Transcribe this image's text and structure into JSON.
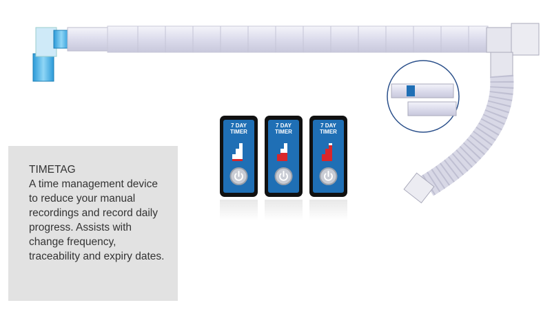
{
  "info": {
    "title": "TIMETAG",
    "body": "A time management device to reduce your manual recordings and record daily progress. Assists with change frequency, traceability and expiry dates."
  },
  "timers": [
    {
      "label": "7 DAY TIMER",
      "fill_level": 0.1
    },
    {
      "label": "7 DAY TIMER",
      "fill_level": 0.45
    },
    {
      "label": "7 DAY TIMER",
      "fill_level": 0.9
    }
  ],
  "colors": {
    "timer_face": "#1f6fb5",
    "timer_fill": "#d9262a",
    "info_bg": "#e2e2e2",
    "connector_blue": "#4fb6e8"
  },
  "icons": [
    "power-icon"
  ]
}
